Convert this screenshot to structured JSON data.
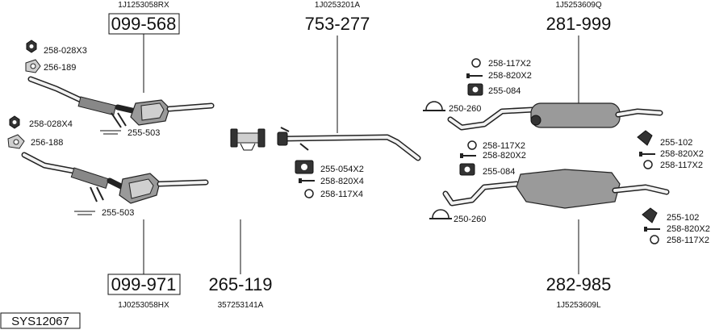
{
  "assemblies": [
    {
      "id": "front-pipe-1",
      "oem": "1J1253058RX",
      "number": "099-568",
      "boxed": true
    },
    {
      "id": "front-pipe-2",
      "oem": "1J0253058HX",
      "number": "099-971",
      "boxed": true
    },
    {
      "id": "middle-pipe",
      "oem": "1J0253201A",
      "number": "753-277",
      "boxed": false
    },
    {
      "id": "connector",
      "oem": "357253141A",
      "number": "265-119",
      "boxed": false
    },
    {
      "id": "rear-muffler-1",
      "oem": "1J5253609Q",
      "number": "281-999",
      "boxed": false
    },
    {
      "id": "rear-muffler-2",
      "oem": "1J5253609L",
      "number": "282-985",
      "boxed": false
    }
  ],
  "parts": [
    {
      "id": "p1",
      "label": "258-028X3",
      "icon": "nut-icon"
    },
    {
      "id": "p2",
      "label": "256-189",
      "icon": "gasket-icon"
    },
    {
      "id": "p3",
      "label": "258-028X4",
      "icon": "nut-icon"
    },
    {
      "id": "p4",
      "label": "256-188",
      "icon": "gasket-icon"
    },
    {
      "id": "p5",
      "label": "255-503",
      "icon": "mount-strip-icon"
    },
    {
      "id": "p6",
      "label": "255-503",
      "icon": "mount-strip-icon"
    },
    {
      "id": "p7",
      "label": "255-054X2",
      "icon": "clamp-icon"
    },
    {
      "id": "p8",
      "label": "258-820X4",
      "icon": "bolt-icon"
    },
    {
      "id": "p9",
      "label": "258-117X4",
      "icon": "washer-icon"
    },
    {
      "id": "p10",
      "label": "258-117X2",
      "icon": "washer-icon"
    },
    {
      "id": "p11",
      "label": "258-820X2",
      "icon": "bolt-icon"
    },
    {
      "id": "p12",
      "label": "255-084",
      "icon": "clamp-icon"
    },
    {
      "id": "p13",
      "label": "250-260",
      "icon": "clamp-ring-icon"
    },
    {
      "id": "p14",
      "label": "258-117X2",
      "icon": "washer-icon"
    },
    {
      "id": "p15",
      "label": "258-820X2",
      "icon": "bolt-icon"
    },
    {
      "id": "p16",
      "label": "255-084",
      "icon": "clamp-icon"
    },
    {
      "id": "p17",
      "label": "255-102",
      "icon": "hanger-icon"
    },
    {
      "id": "p18",
      "label": "258-820X2",
      "icon": "bolt-icon"
    },
    {
      "id": "p19",
      "label": "258-117X2",
      "icon": "washer-icon"
    },
    {
      "id": "p20",
      "label": "250-260",
      "icon": "clamp-ring-icon"
    },
    {
      "id": "p21",
      "label": "255-102",
      "icon": "hanger-icon"
    },
    {
      "id": "p22",
      "label": "258-820X2",
      "icon": "bolt-icon"
    },
    {
      "id": "p23",
      "label": "258-117X2",
      "icon": "washer-icon"
    }
  ],
  "system_code": "SYS12067"
}
